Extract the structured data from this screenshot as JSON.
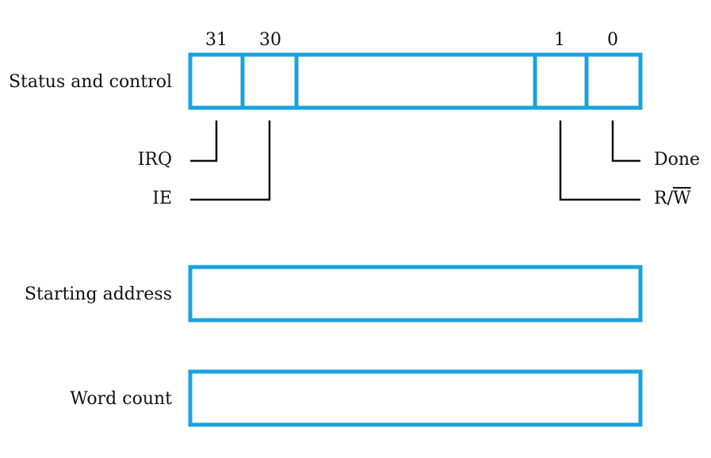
{
  "accent_color": "#1aa3dc",
  "registers": {
    "status": {
      "label": "Status and control"
    },
    "address": {
      "label": "Starting address"
    },
    "count": {
      "label": "Word count"
    }
  },
  "bits": {
    "b31": "31",
    "b30": "30",
    "b1": "1",
    "b0": "0"
  },
  "flags": {
    "irq": "IRQ",
    "ie": "IE",
    "done": "Done",
    "rw_r": "R/",
    "rw_w": "W"
  }
}
